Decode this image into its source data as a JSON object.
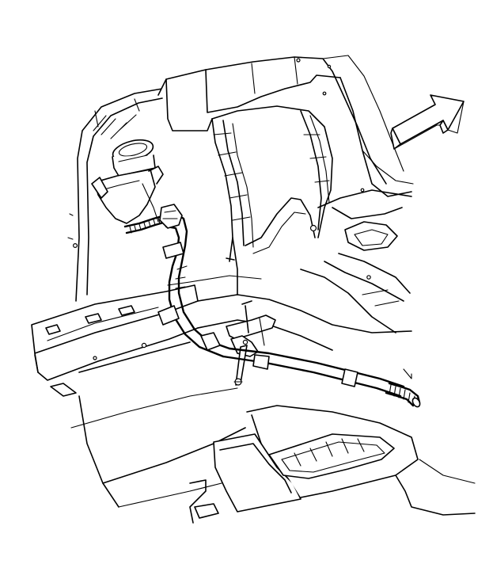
{
  "figure": {
    "kind": "technical line illustration",
    "colors": {
      "line": "#000000",
      "background": "#ffffff"
    },
    "direction_arrow": {
      "icon": "forward-direction-arrow",
      "pointing": "upper-right"
    }
  }
}
